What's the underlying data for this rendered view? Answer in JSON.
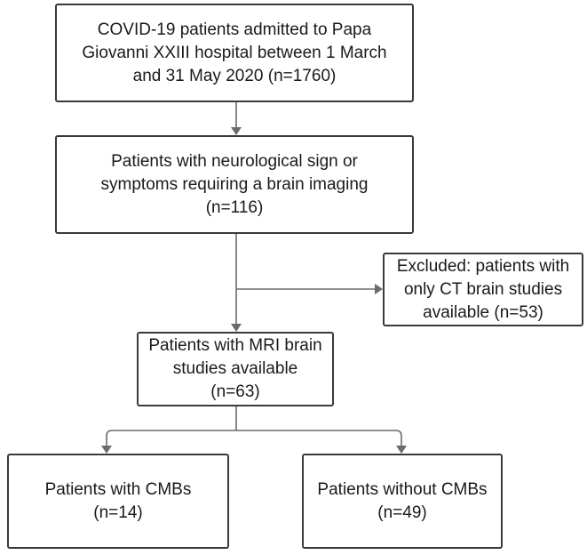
{
  "boxes": {
    "admitted": {
      "lines": [
        "COVID-19 patients admitted to Papa",
        "Giovanni XXIII hospital between 1 March",
        "and 31 May 2020 (n=1760)"
      ]
    },
    "neurological": {
      "lines": [
        "Patients with neurological sign or",
        "symptoms requiring a brain imaging",
        "(n=116)"
      ]
    },
    "excluded": {
      "lines": [
        "Excluded: patients with",
        "only CT brain studies",
        "available (n=53)"
      ]
    },
    "mri": {
      "lines": [
        "Patients with MRI brain",
        "studies available",
        "(n=63)"
      ]
    },
    "with_cmbs": {
      "lines": [
        "Patients with CMBs",
        "(n=14)"
      ]
    },
    "without_cmbs": {
      "lines": [
        "Patients without CMBs",
        "(n=49)"
      ]
    }
  },
  "colors": {
    "box_border": "#3a3a3a",
    "connector": "#6b6b6b",
    "text": "#1a1a1a"
  }
}
